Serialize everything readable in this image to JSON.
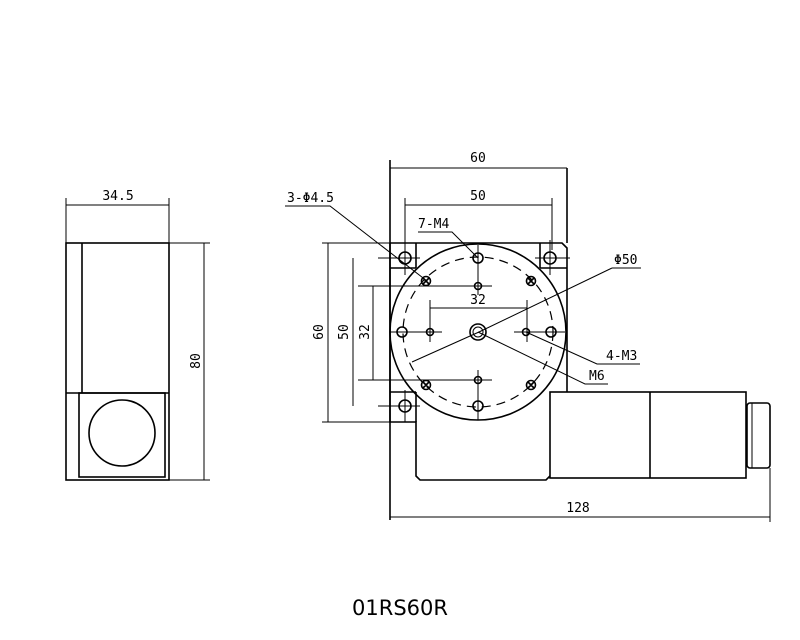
{
  "title": "01RS60R",
  "side_view": {
    "width_dim": "34.5",
    "height_dim": "80"
  },
  "top_view": {
    "width_outer_dim": "60",
    "width_hole_dim": "50",
    "height_outer_dim": "60",
    "height_hole_dim": "50",
    "inner_h_dim": "32",
    "inner_v_dim": "32",
    "total_length_dim": "128"
  },
  "callouts": {
    "mount_holes": "3-Φ4.5",
    "m4_holes": "7-M4",
    "diameter": "Φ50",
    "m3_holes": "4-M3",
    "center_thread": "M6"
  }
}
